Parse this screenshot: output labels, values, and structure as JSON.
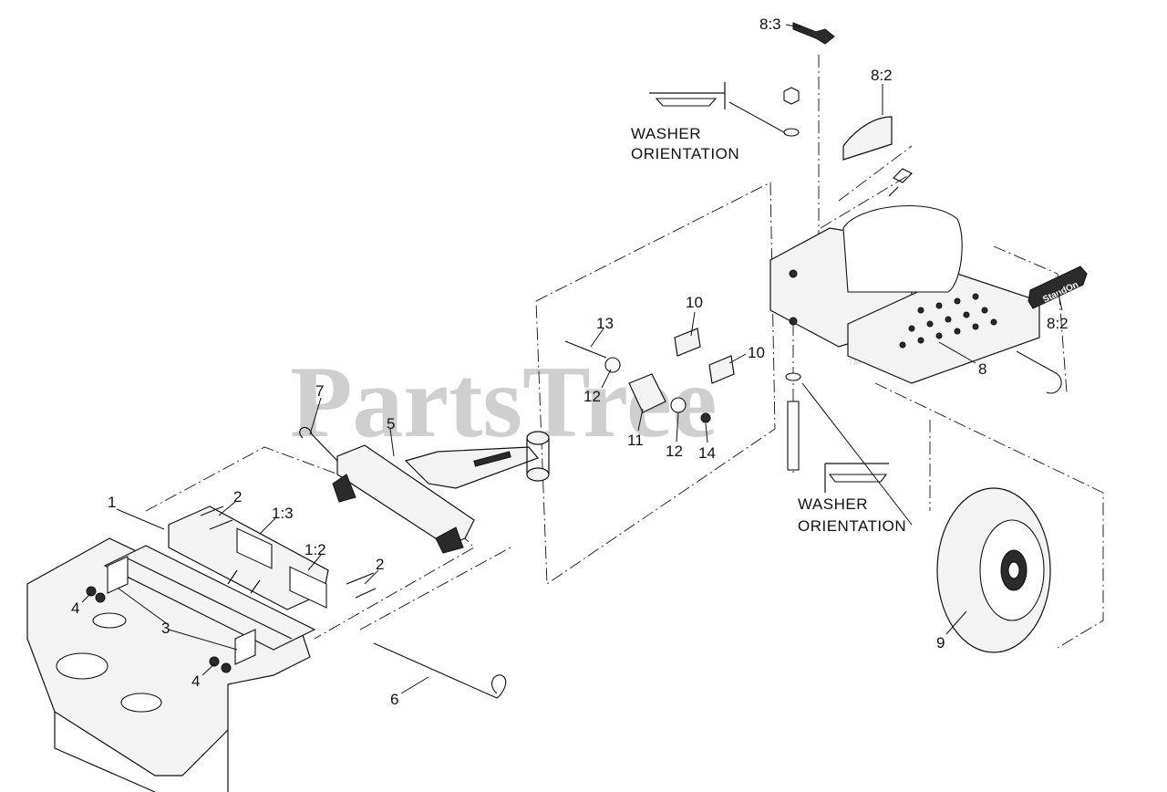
{
  "watermark": {
    "text": "PartsTree",
    "trademark": "TM"
  },
  "notes": [
    {
      "id": "washer-orientation-top",
      "lines": [
        "WASHER",
        "ORIENTATION"
      ]
    },
    {
      "id": "washer-orientation-bottom",
      "lines": [
        "WASHER",
        "ORIENTATION"
      ]
    }
  ],
  "callouts": [
    {
      "id": "c-8-3",
      "label": "8:3"
    },
    {
      "id": "c-8-2-top",
      "label": "8:2"
    },
    {
      "id": "c-8-2-right",
      "label": "8:2"
    },
    {
      "id": "c-8",
      "label": "8"
    },
    {
      "id": "c-9",
      "label": "9"
    },
    {
      "id": "c-10-a",
      "label": "10"
    },
    {
      "id": "c-10-b",
      "label": "10"
    },
    {
      "id": "c-11",
      "label": "11"
    },
    {
      "id": "c-12-a",
      "label": "12"
    },
    {
      "id": "c-12-b",
      "label": "12"
    },
    {
      "id": "c-13",
      "label": "13"
    },
    {
      "id": "c-14",
      "label": "14"
    },
    {
      "id": "c-7",
      "label": "7"
    },
    {
      "id": "c-5",
      "label": "5"
    },
    {
      "id": "c-1",
      "label": "1"
    },
    {
      "id": "c-2-a",
      "label": "2"
    },
    {
      "id": "c-2-b",
      "label": "2"
    },
    {
      "id": "c-1-3",
      "label": "1:3"
    },
    {
      "id": "c-1-2",
      "label": "1:2"
    },
    {
      "id": "c-3",
      "label": "3"
    },
    {
      "id": "c-4-a",
      "label": "4"
    },
    {
      "id": "c-4-b",
      "label": "4"
    },
    {
      "id": "c-6",
      "label": "6"
    }
  ],
  "decal_text": "StandOn",
  "colors": {
    "ink": "#111111",
    "watermark": "#cfcfcf",
    "background": "#ffffff"
  }
}
